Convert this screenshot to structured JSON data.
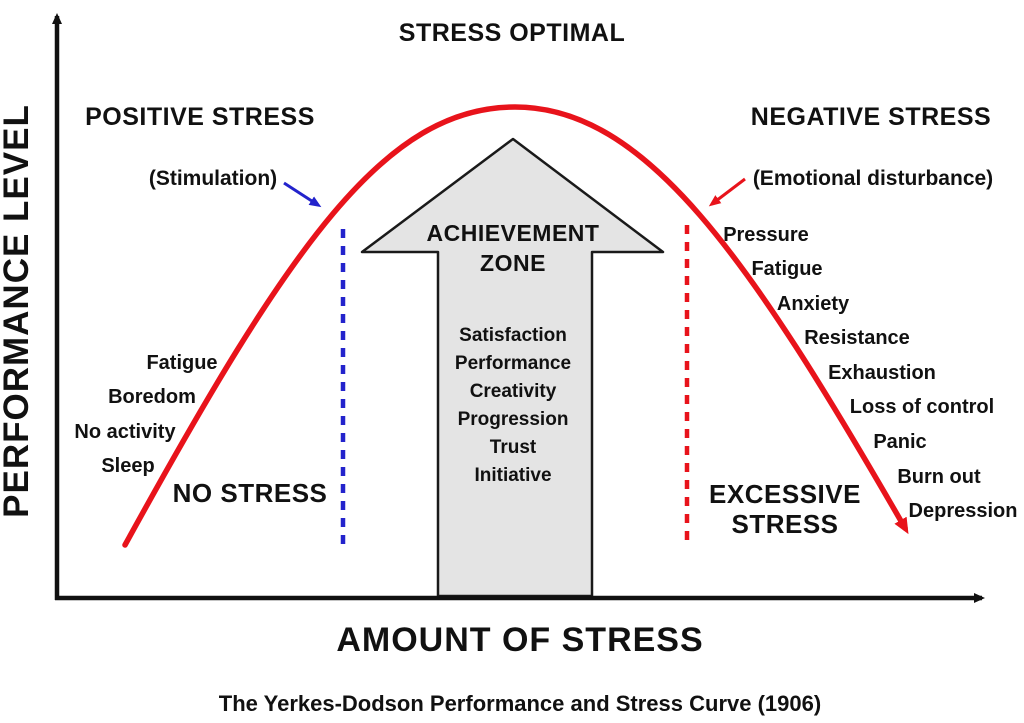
{
  "colors": {
    "red": "#e8131b",
    "blue": "#2323cc",
    "black": "#111111",
    "arrow_fill": "#e4e4e4"
  },
  "top_label": "STRESS OPTIMAL",
  "axes": {
    "y_label": "PERFORMANCE LEVEL",
    "x_label": "AMOUNT OF STRESS"
  },
  "caption": "The Yerkes-Dodson Performance and Stress Curve (1906)",
  "regions": {
    "positive": {
      "label": "POSITIVE STRESS",
      "annotation": "(Stimulation)"
    },
    "negative": {
      "label": "NEGATIVE STRESS",
      "annotation": "(Emotional disturbance)"
    },
    "no_stress": "NO STRESS",
    "excessive_line1": "EXCESSIVE",
    "excessive_line2": "STRESS"
  },
  "achievement_zone": {
    "line1": "ACHIEVEMENT",
    "line2": "ZONE",
    "items": [
      "Satisfaction",
      "Performance",
      "Creativity",
      "Progression",
      "Trust",
      "Initiative"
    ]
  },
  "left_items": [
    "Fatigue",
    "Boredom",
    "No activity",
    "Sleep"
  ],
  "right_items": [
    "Pressure",
    "Fatigue",
    "Anxiety",
    "Resistance",
    "Exhaustion",
    "Loss of control",
    "Panic",
    "Burn out",
    "Depression"
  ]
}
